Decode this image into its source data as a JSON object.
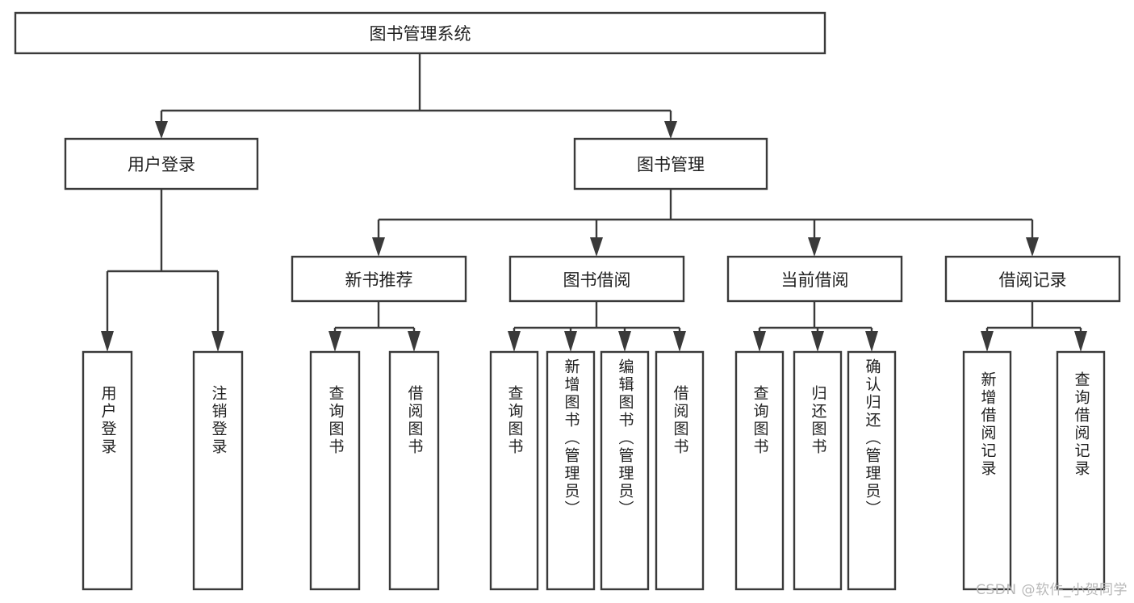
{
  "diagram": {
    "title": "图书管理系统",
    "type": "tree-hierarchy-functional-decomposition",
    "stroke_color": "#3a3a3a",
    "text_color": "#1f1f1f",
    "background_color": "#ffffff"
  },
  "nodes": {
    "root": {
      "label": "图书管理系统",
      "level": 0
    },
    "level1": [
      {
        "id": "user-login",
        "label": "用户登录"
      },
      {
        "id": "book-management",
        "label": "图书管理"
      }
    ],
    "level2": [
      {
        "id": "new-book-recommend",
        "label": "新书推荐",
        "parent": "book-management"
      },
      {
        "id": "book-borrow",
        "label": "图书借阅",
        "parent": "book-management"
      },
      {
        "id": "current-borrow",
        "label": "当前借阅",
        "parent": "book-management"
      },
      {
        "id": "borrow-record",
        "label": "借阅记录",
        "parent": "book-management"
      }
    ],
    "leaves": [
      {
        "id": "leaf-user-login",
        "label": "用户登录",
        "parent": "user-login"
      },
      {
        "id": "leaf-logout-login",
        "label": "注销登录",
        "parent": "user-login"
      },
      {
        "id": "leaf-query-book-1",
        "label": "查询图书",
        "parent": "new-book-recommend"
      },
      {
        "id": "leaf-borrow-book-1",
        "label": "借阅图书",
        "parent": "new-book-recommend"
      },
      {
        "id": "leaf-query-book-2",
        "label": "查询图书",
        "parent": "book-borrow"
      },
      {
        "id": "leaf-add-book",
        "label": "新增图书（管理员）",
        "parent": "book-borrow"
      },
      {
        "id": "leaf-edit-book",
        "label": "编辑图书（管理员）",
        "parent": "book-borrow"
      },
      {
        "id": "leaf-borrow-book-2",
        "label": "借阅图书",
        "parent": "book-borrow"
      },
      {
        "id": "leaf-query-book-3",
        "label": "查询图书",
        "parent": "current-borrow"
      },
      {
        "id": "leaf-return-book",
        "label": "归还图书",
        "parent": "current-borrow"
      },
      {
        "id": "leaf-confirm-return",
        "label": "确认归还（管理员）",
        "parent": "current-borrow"
      },
      {
        "id": "leaf-add-record",
        "label": "新增借阅记录",
        "parent": "borrow-record"
      },
      {
        "id": "leaf-query-record",
        "label": "查询借阅记录",
        "parent": "borrow-record"
      }
    ]
  },
  "watermark": {
    "text": "CSDN @软件_小贺同学"
  }
}
